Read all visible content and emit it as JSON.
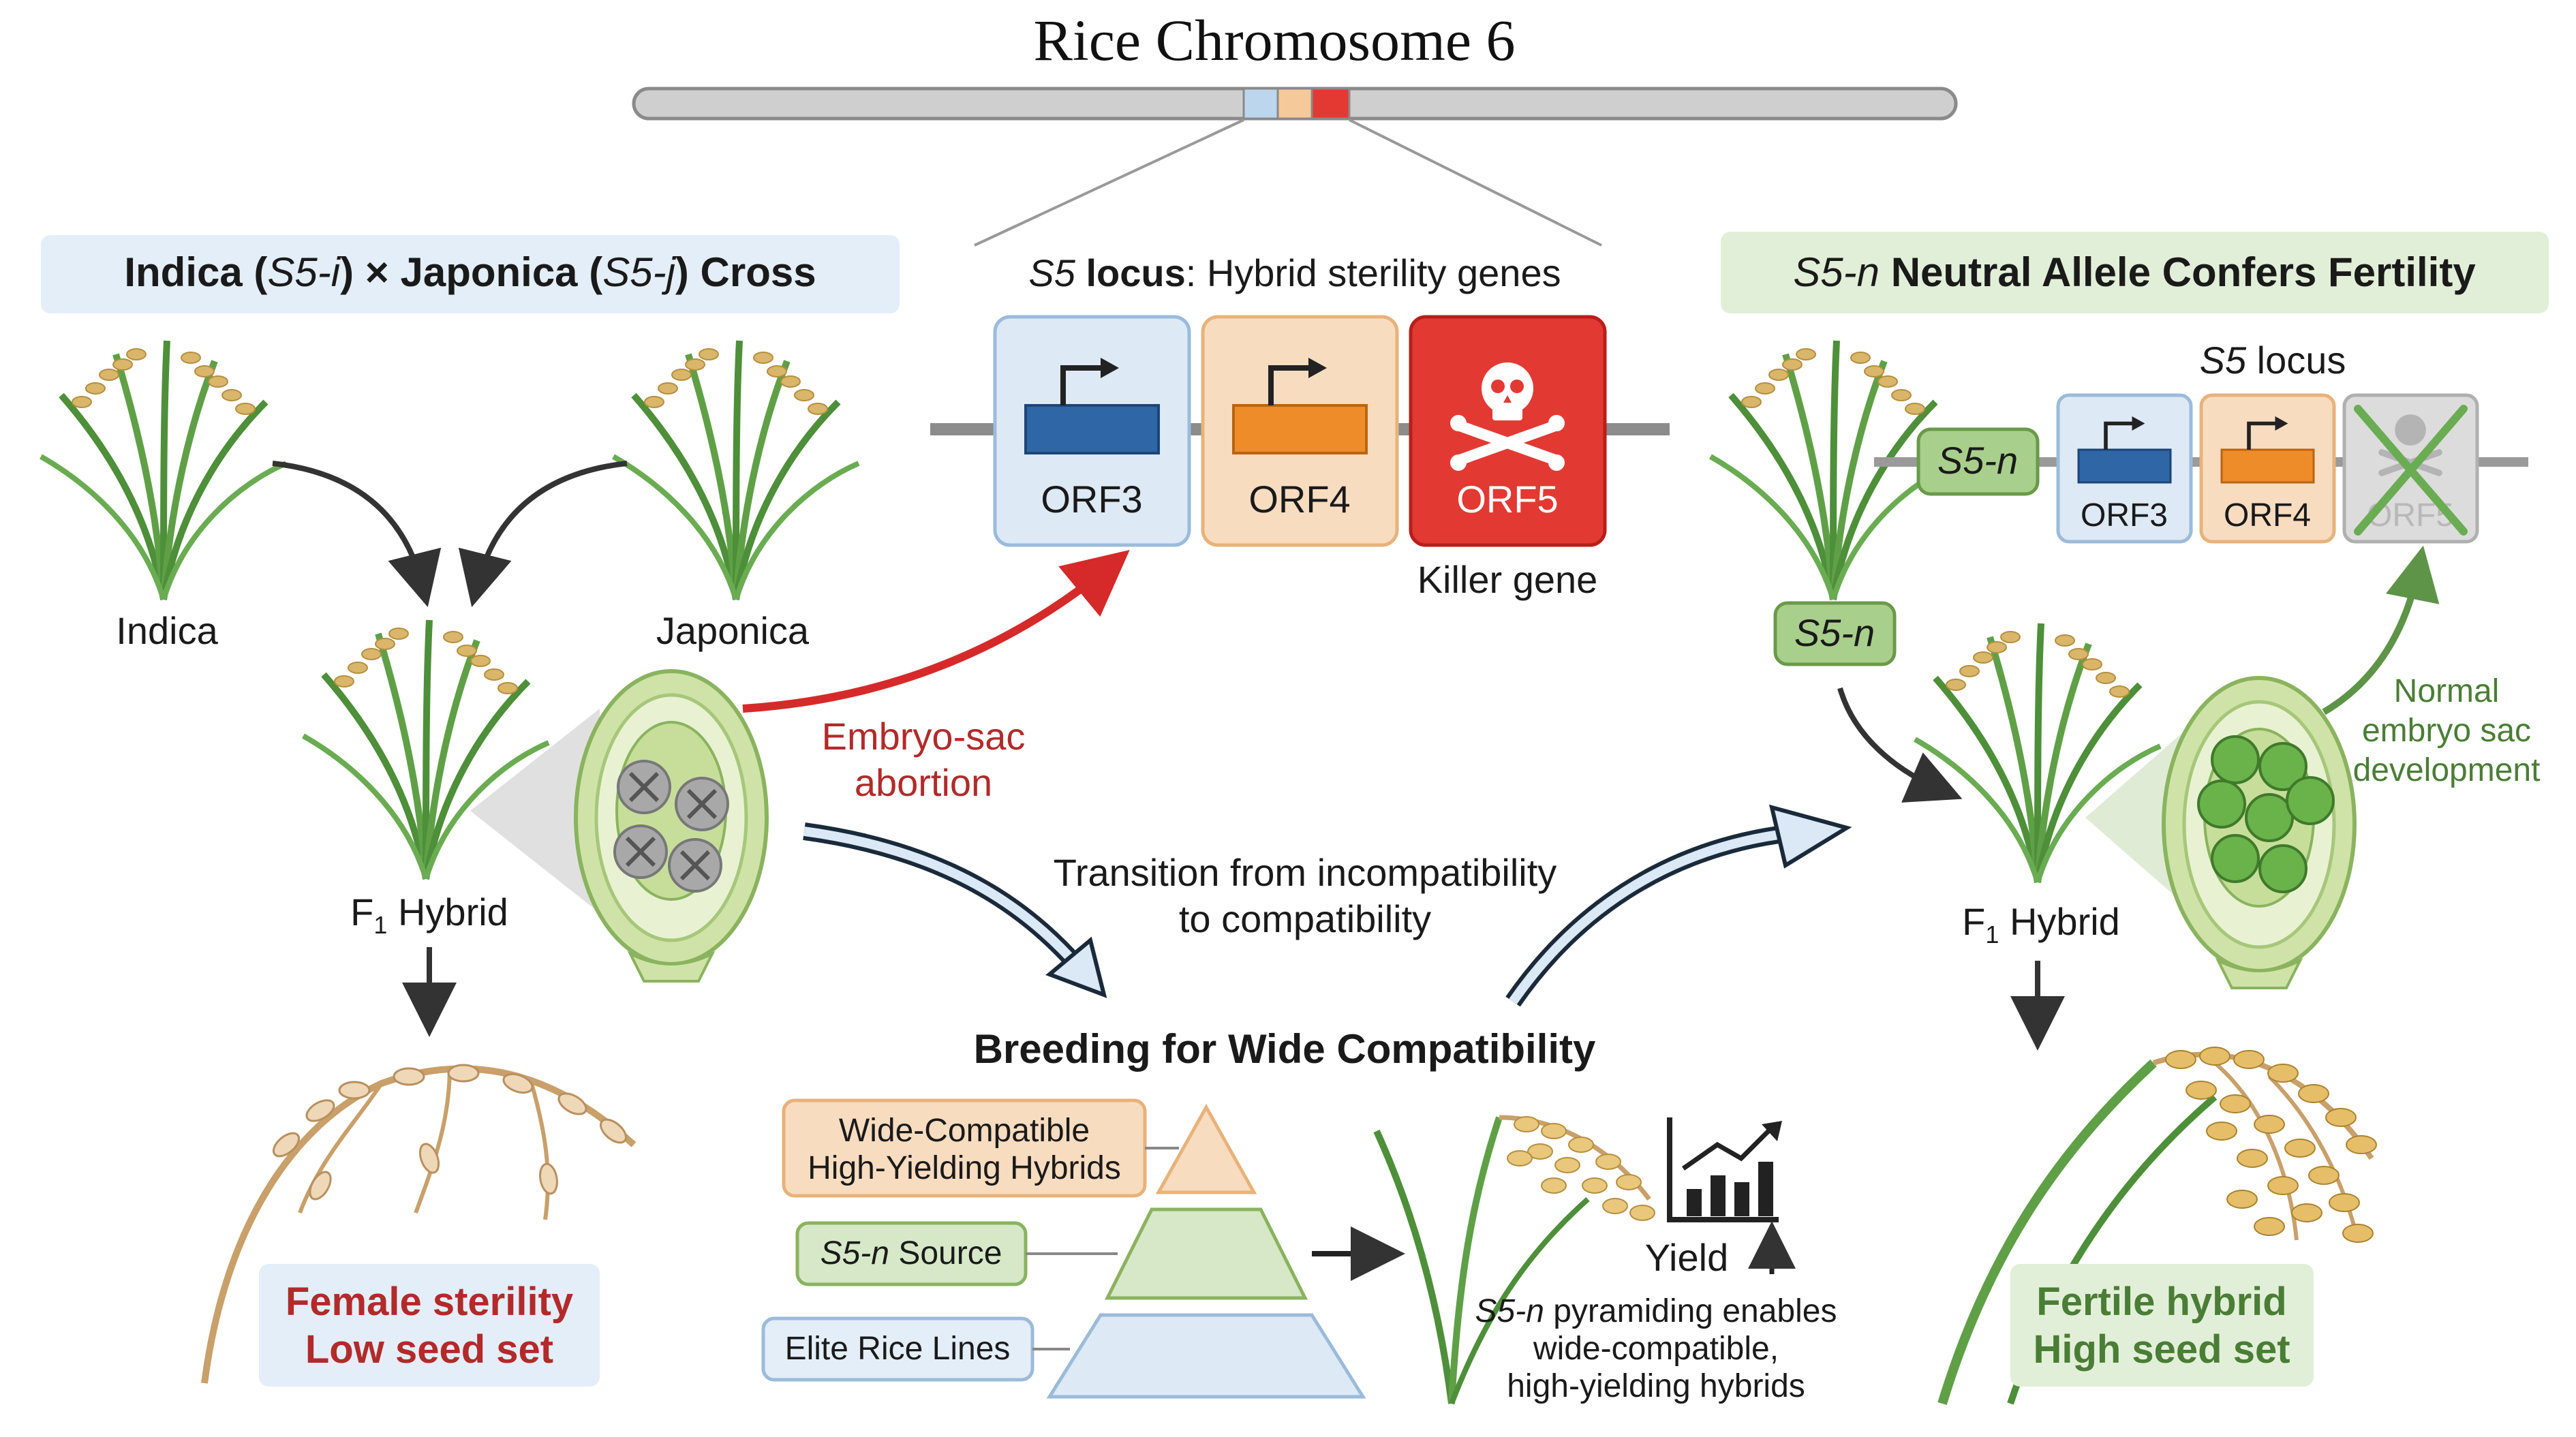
{
  "title": "Rice Chromosome 6",
  "left_header": {
    "pre": "Indica (",
    "allele1": "S5-i",
    "mid": ") × Japonica (",
    "allele2": "S5-j",
    "post": ") Cross"
  },
  "center_header": {
    "locus": "S5",
    "bold": " locus",
    "rest": ": Hybrid sterility genes"
  },
  "right_header": {
    "allele": "S5-n",
    "rest": " Neutral Allele Confers Fertility"
  },
  "left_plants": {
    "indica": "Indica",
    "japonica": "Japonica",
    "f1_prefix": "F",
    "f1_sub": "1",
    "f1_suffix": " Hybrid"
  },
  "orfs": {
    "orf3": "ORF3",
    "orf4": "ORF4",
    "orf5": "ORF5",
    "killer": "Killer gene"
  },
  "abortion": {
    "line1": "Embryo-sac",
    "line2": "abortion"
  },
  "transition": {
    "line1": "Transition from incompatibility",
    "line2": "to compatibility"
  },
  "left_result": {
    "line1": "Female sterility",
    "line2": "Low seed set"
  },
  "breeding": {
    "title": "Breeding for Wide Compatibility",
    "tier_top_line1": "Wide-Compatible",
    "tier_top_line2": "High-Yielding Hybrids",
    "tier_mid": "S5-n",
    "tier_mid_rest": " Source",
    "tier_bottom": "Elite Rice Lines",
    "yield": "Yield",
    "caption_allele": "S5-n",
    "caption_line1": " pyramiding enables",
    "caption_line2": "wide-compatible,",
    "caption_line3": "high-yielding hybrids"
  },
  "right_panel": {
    "locus_label": "S5",
    "locus_rest": " locus",
    "allele_tag": "S5-n",
    "plant_tag": "S5-n",
    "orf3": "ORF3",
    "orf4": "ORF4",
    "orf5": "ORF5",
    "normal_line1": "Normal",
    "normal_line2": "embryo sac",
    "normal_line3": "development",
    "f1_prefix": "F",
    "f1_sub": "1",
    "f1_suffix": " Hybrid"
  },
  "right_result": {
    "line1": "Fertile hybrid",
    "line2": "High seed set"
  },
  "colors": {
    "blue_box": "#dde9f5",
    "orange_box": "#f8dcc0",
    "red_box": "#e23a33",
    "green_box": "#d6e8c8",
    "header_blue": "#e3eef8",
    "header_green": "#e2efd8"
  }
}
